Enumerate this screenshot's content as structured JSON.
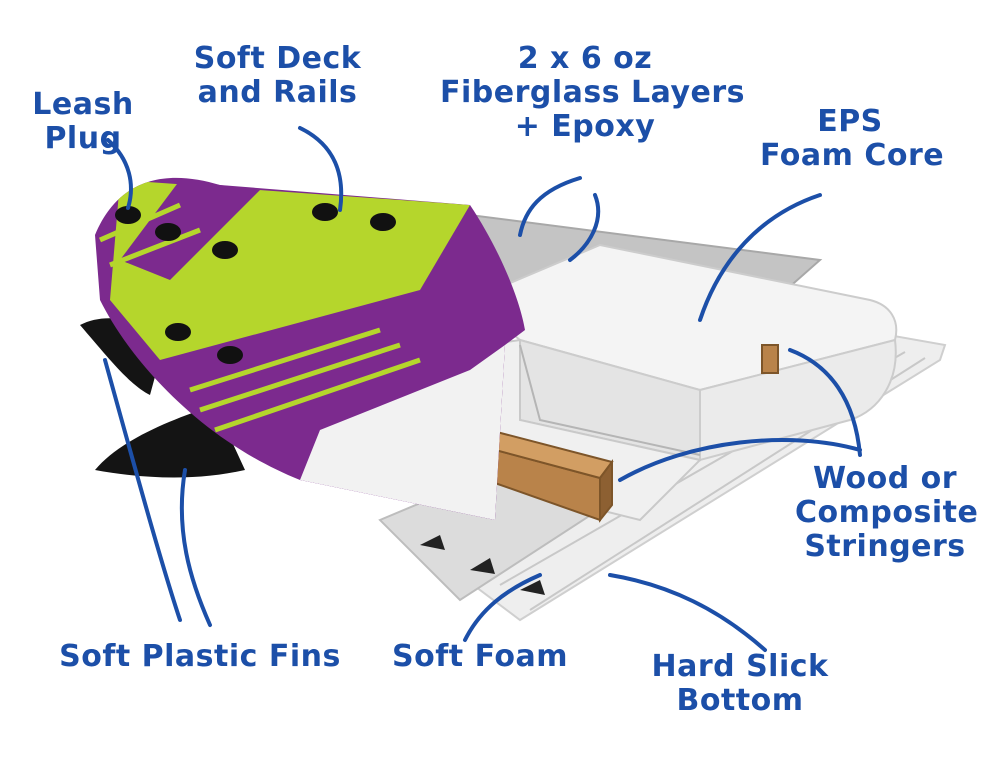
{
  "labels": {
    "leash_plug": [
      "Leash",
      "Plug"
    ],
    "soft_deck": [
      "Soft Deck",
      "and Rails"
    ],
    "fiberglass": [
      "2 x 6 oz",
      "Fiberglass Layers",
      "+ Epoxy"
    ],
    "eps_core": [
      "EPS",
      "Foam Core"
    ],
    "stringers": [
      "Wood or",
      "Composite",
      "Stringers"
    ],
    "fins": [
      "Soft Plastic Fins"
    ],
    "soft_foam": [
      "Soft Foam"
    ],
    "bottom": [
      "Hard Slick",
      "Bottom"
    ]
  },
  "colors": {
    "label_blue": "#1c4fa8",
    "deck_purple": "#7c2a8e",
    "deck_lime": "#b5d62c",
    "fin_black": "#141414",
    "foam_white": "#f1f1f1",
    "glass_gray": "#bdbdbd",
    "stringer_wood": "#b9834a"
  }
}
